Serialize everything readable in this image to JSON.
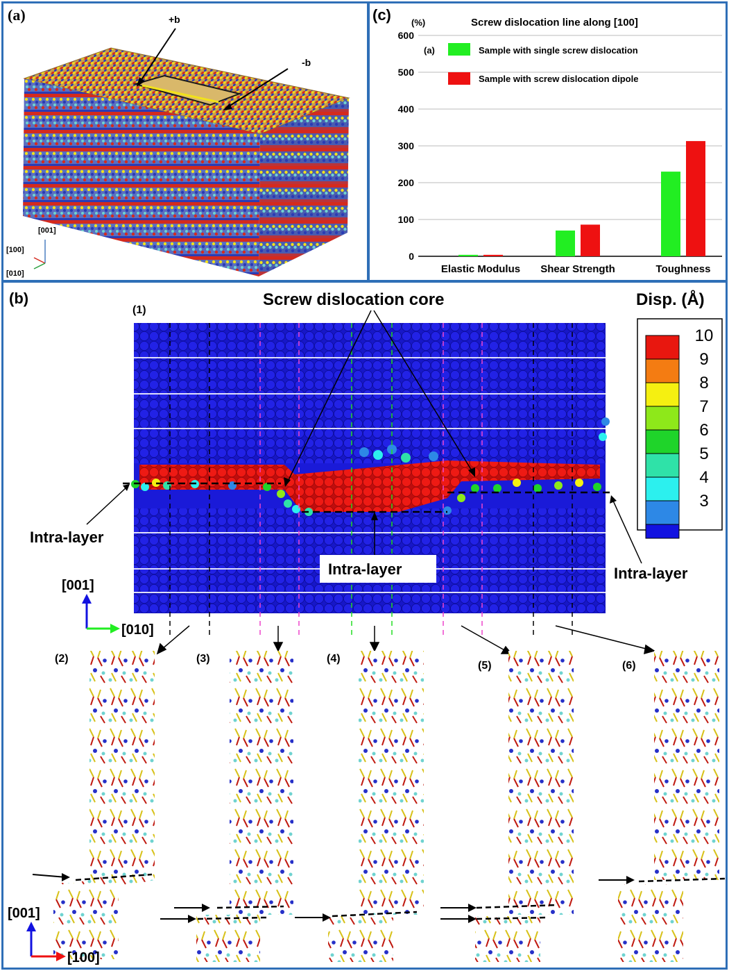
{
  "panel_a": {
    "label": "(a)",
    "burgers_plus": "+b",
    "burgers_minus": "-b",
    "axis_001": "[001]",
    "axis_100": "[100]",
    "axis_010": "[010]",
    "colors": {
      "red": "#d42a1e",
      "yellow": "#f2e21a",
      "blue": "#2a3bb5",
      "cyan": "#6fd3d0"
    }
  },
  "panel_c": {
    "label": "(c)",
    "unit": "(%)",
    "inner_label": "(a)",
    "title": "Screw dislocation line along [100]",
    "chart_data": {
      "type": "bar",
      "title": "Screw dislocation line along [100]",
      "ylabel": "(%)",
      "ylim": [
        0,
        600
      ],
      "yticks": [
        0,
        100,
        200,
        300,
        400,
        500,
        600
      ],
      "categories": [
        "Elastic Modulus",
        "Shear Strength",
        "Toughness"
      ],
      "series": [
        {
          "name": "Sample with single screw dislocation",
          "color": "#22ee22",
          "values": [
            4,
            70,
            230
          ]
        },
        {
          "name": "Sample with screw dislocation dipole",
          "color": "#ee1111",
          "values": [
            4,
            86,
            313
          ]
        }
      ],
      "grid": true,
      "legend": "top-left"
    }
  },
  "panel_b": {
    "label": "(b)",
    "sub1": "(1)",
    "core_label": "Screw dislocation core",
    "disp_title": "Disp. (Å)",
    "colorbar": [
      {
        "value": "10",
        "color": "#e8170f"
      },
      {
        "value": "9",
        "color": "#f47c12"
      },
      {
        "value": "8",
        "color": "#f5f011"
      },
      {
        "value": "7",
        "color": "#8ee81a"
      },
      {
        "value": "6",
        "color": "#1fd42a"
      },
      {
        "value": "5",
        "color": "#2fe2a8"
      },
      {
        "value": "4",
        "color": "#2cf0ee"
      },
      {
        "value": "3",
        "color": "#2d88e6"
      }
    ],
    "colorbar_bottom": "#1212e0",
    "intra_left": "Intra-layer",
    "intra_center": "Intra-layer",
    "intra_right": "Intra-layer",
    "axis_001": "[001]",
    "axis_010": "[010]",
    "axis_001_b": "[001]",
    "axis_100": "[100]",
    "subs": [
      "(2)",
      "(3)",
      "(4)",
      "(5)",
      "(6)"
    ]
  }
}
